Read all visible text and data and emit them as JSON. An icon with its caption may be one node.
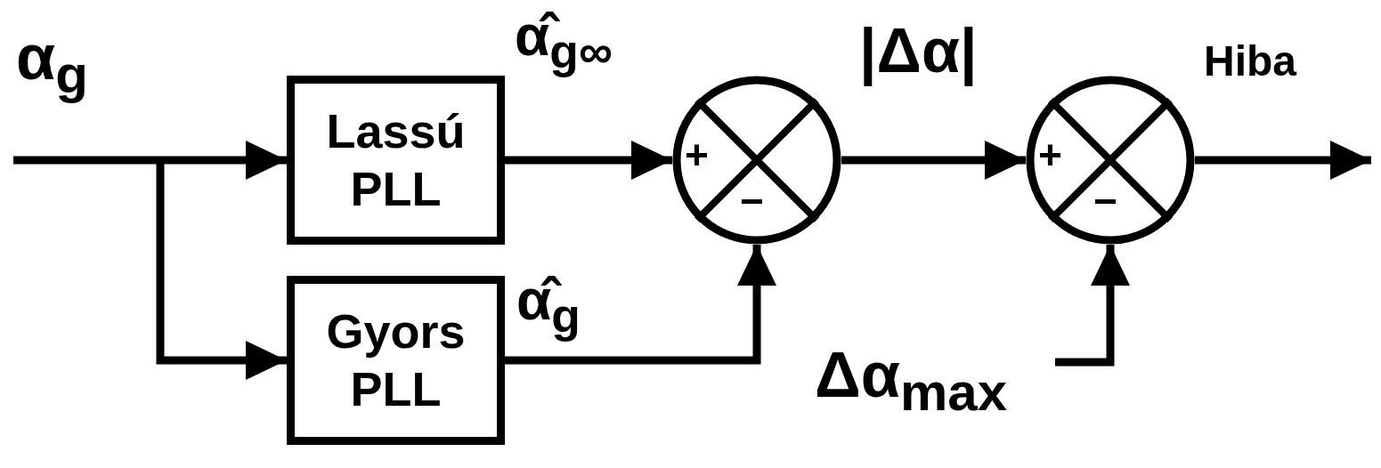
{
  "diagram": {
    "nodes": [
      {
        "text": [
          "Lassú PLL"
        ]
      },
      {
        "text": [
          "Gyors PLL"
        ]
      },
      {
        "text": [
          "+",
          "−"
        ]
      },
      {
        "text": [
          "+",
          "−"
        ]
      },
      {
        "text": [
          "Δα$_{max}$"
        ]
      }
    ],
    "edges": [
      {
        "from": null,
        "to": 0,
        "arrow": "to"
      },
      {
        "from": null,
        "to": 1,
        "arrow": "to"
      },
      {
        "from": 0,
        "to": 2,
        "arrow": "to",
        "label": "α̂$_{g∞}$"
      },
      {
        "from": 1,
        "to": 2,
        "arrow": "to",
        "label": "α̂$_{g}$"
      },
      {
        "from": 2,
        "to": 3,
        "arrow": "to",
        "label": "|Δα|"
      },
      {
        "from": 4,
        "to": 3,
        "arrow": "to"
      },
      {
        "from": 3,
        "to": null,
        "arrow": "to",
        "label": "Hiba"
      }
    ],
    "labels": [
      "α$_{g}$"
    ]
  }
}
